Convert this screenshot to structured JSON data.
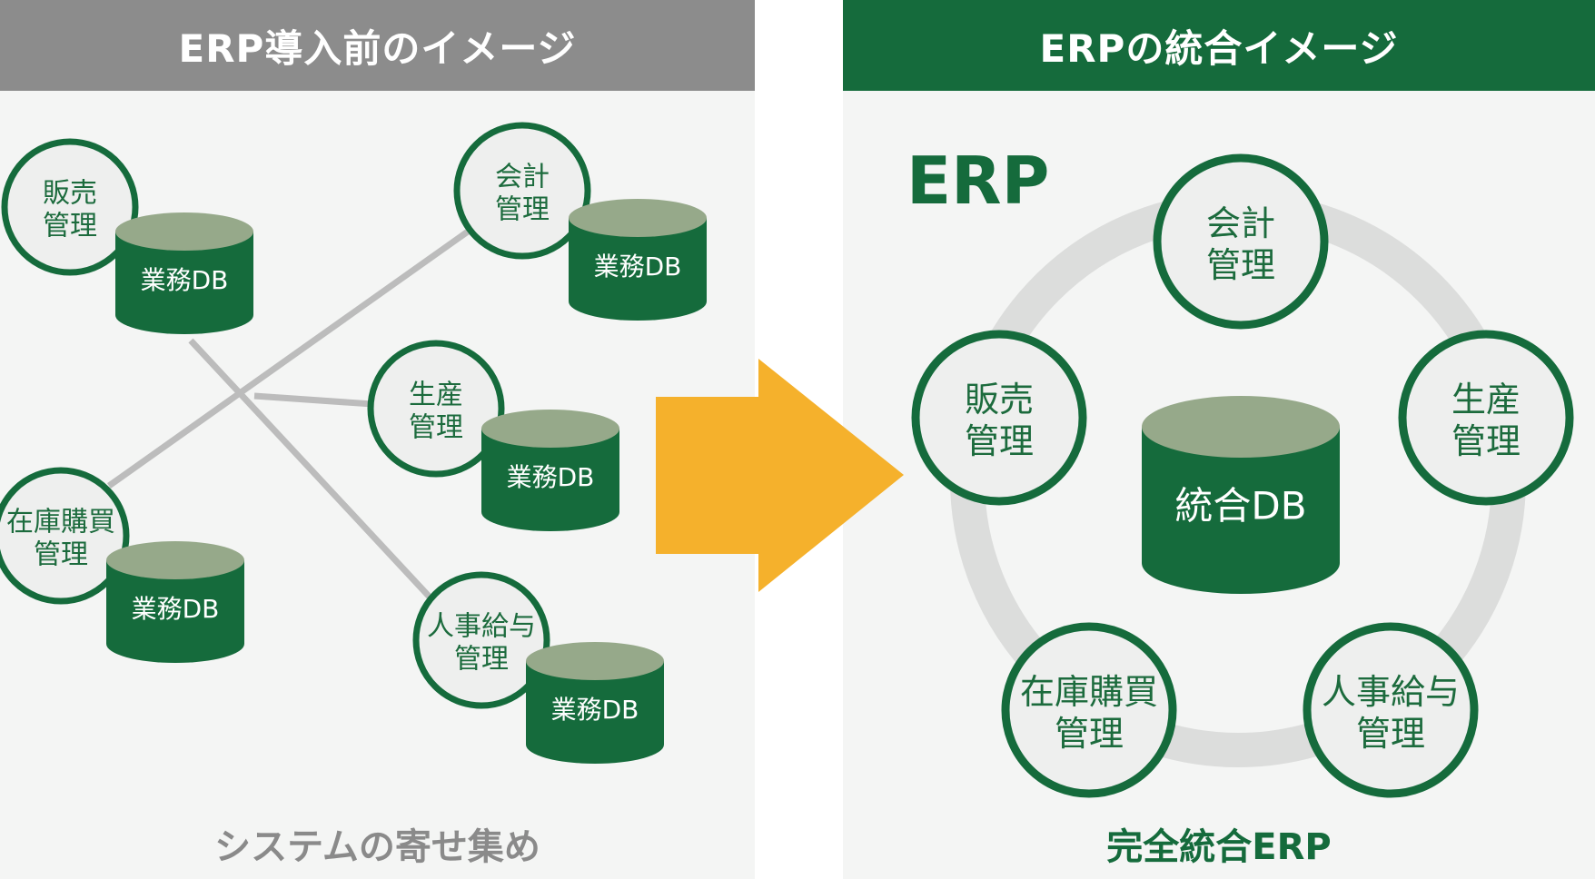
{
  "left": {
    "header": "ERP導入前のイメージ",
    "footer": "システムの寄せ集め",
    "modules": [
      {
        "line1": "販売",
        "line2": "管理",
        "db": "業務DB"
      },
      {
        "line1": "会計",
        "line2": "管理",
        "db": "業務DB"
      },
      {
        "line1": "生産",
        "line2": "管理",
        "db": "業務DB"
      },
      {
        "line1": "在庫購買",
        "line2": "管理",
        "db": "業務DB"
      },
      {
        "line1": "人事給与",
        "line2": "管理",
        "db": "業務DB"
      }
    ]
  },
  "right": {
    "header": "ERPの統合イメージ",
    "erp_label": "ERP",
    "center_db": "統合DB",
    "footer": "完全統合ERP",
    "modules": [
      {
        "line1": "会計",
        "line2": "管理"
      },
      {
        "line1": "販売",
        "line2": "管理"
      },
      {
        "line1": "生産",
        "line2": "管理"
      },
      {
        "line1": "在庫購買",
        "line2": "管理"
      },
      {
        "line1": "人事給与",
        "line2": "管理"
      }
    ]
  },
  "colors": {
    "green": "#156b3c",
    "db_top": "#96a98a",
    "circle_fill": "#eeefee",
    "ring": "#dcdddc",
    "link_line": "#bcbcbc",
    "arrow": "#f5b12c",
    "left_header": "#8c8c8c",
    "footer_gray": "#8a8a8a"
  }
}
